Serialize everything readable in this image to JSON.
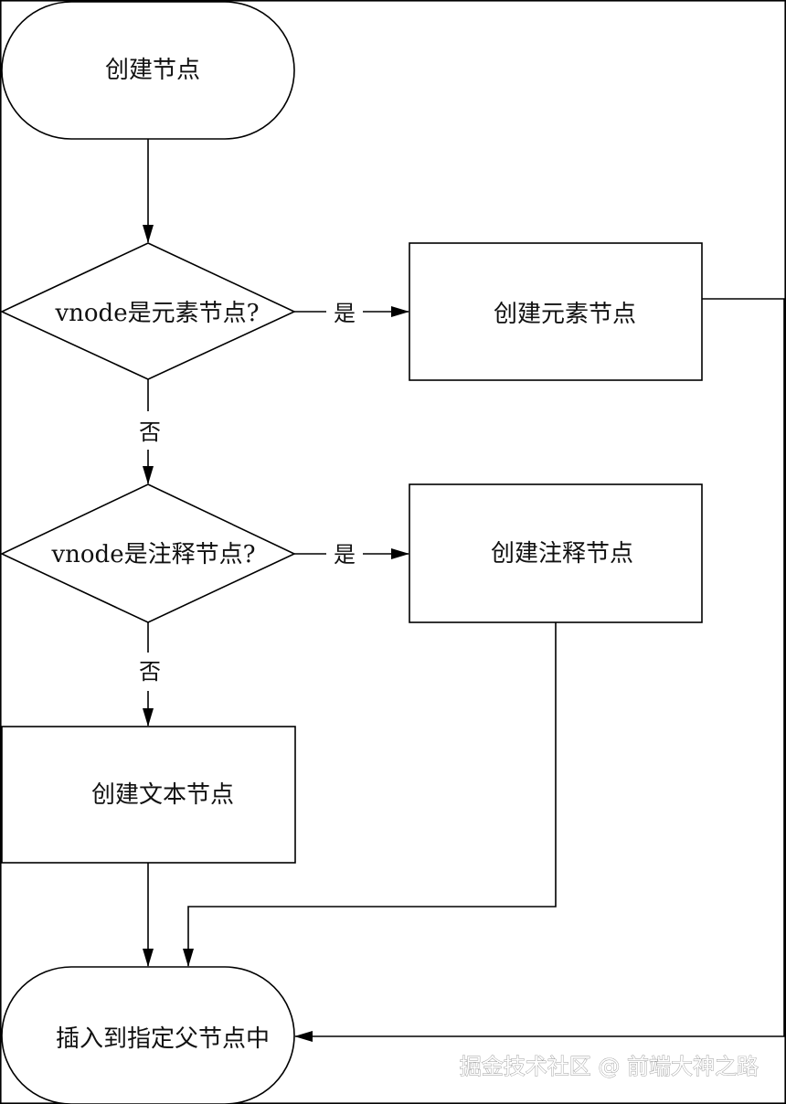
{
  "nodes": {
    "start": {
      "label": "创建节点"
    },
    "is_element": {
      "label": "vnode是元素节点?"
    },
    "create_element": {
      "label": "创建元素节点"
    },
    "is_comment": {
      "label": "vnode是注释节点?"
    },
    "create_comment": {
      "label": "创建注释节点"
    },
    "create_text": {
      "label": "创建文本节点"
    },
    "insert": {
      "label": "插入到指定父节点中"
    }
  },
  "edges": {
    "yes_label": "是",
    "no_label": "否"
  },
  "watermark": "掘金技术社区 @ 前端大神之路",
  "colors": {
    "stroke": "#000000",
    "background": "#ffffff",
    "text": "#111111"
  }
}
